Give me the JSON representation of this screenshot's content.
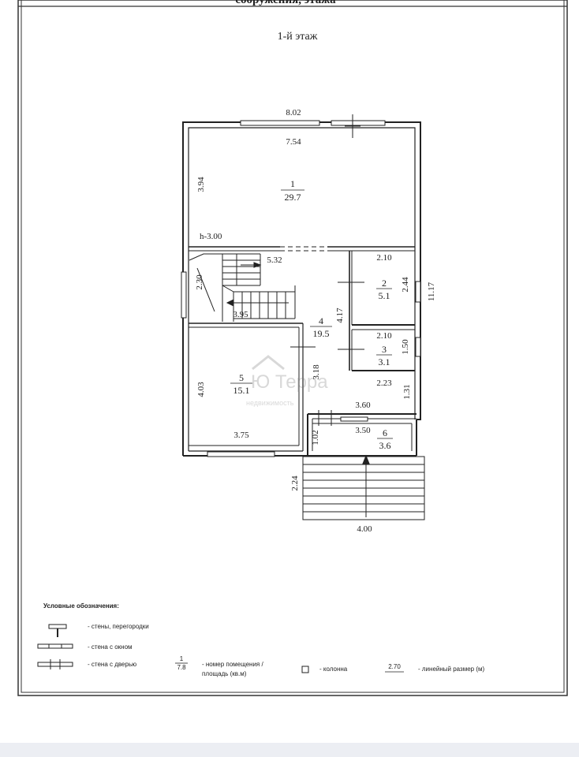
{
  "header": {
    "title_fragment": "сооружения, этажа"
  },
  "floor_title": "1-й этаж",
  "dimensions": {
    "top_outer": "8.02",
    "top_inner": "7.54",
    "room1_height": "3.94",
    "ceiling_height": "h-3.00",
    "stair_length": "5.32",
    "stair_side": "2.30",
    "stair_bottom": "3.95",
    "room2_width": "2.10",
    "room2_height": "2.44",
    "total_height": "11.17",
    "hall_height": "4.17",
    "room3_width": "2.10",
    "room3_height": "1.50",
    "room5_height": "4.03",
    "room5_inner": "3.18",
    "room5_width": "3.75",
    "right_lower_width": "2.23",
    "right_lower_height": "1.31",
    "porch_inner_width": "3.60",
    "porch_width": "3.50",
    "porch_depth": "1.02",
    "stairs_depth": "2.24",
    "stairs_width": "4.00"
  },
  "rooms": [
    {
      "number": "1",
      "area": "29.7"
    },
    {
      "number": "2",
      "area": "5.1"
    },
    {
      "number": "3",
      "area": "3.1"
    },
    {
      "number": "4",
      "area": "19.5"
    },
    {
      "number": "5",
      "area": "15.1"
    },
    {
      "number": "6",
      "area": "3.6"
    }
  ],
  "watermark": {
    "brand": "Ю Терра",
    "sub": "недвижимость"
  },
  "legend": {
    "title": "Условные обозначения:",
    "walls": "- стены, перегородки",
    "window": "- стена с окном",
    "door": "- стена с дверью",
    "room_sample_num": "1",
    "room_sample_area": "7.8",
    "room_label_1": "- номер помещения /",
    "room_label_2": "площадь (кв.м)",
    "column": "- колонна",
    "dim_sample": "2.70",
    "dim_label": "- линейный размер (м)"
  }
}
